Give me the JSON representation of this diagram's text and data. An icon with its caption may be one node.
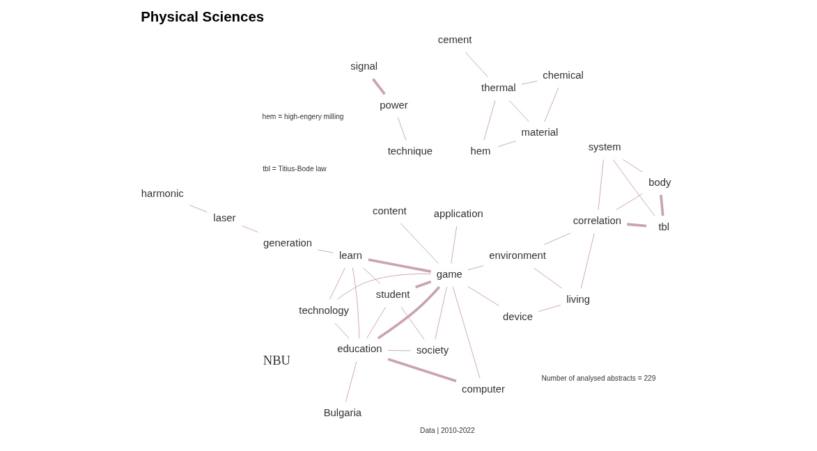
{
  "diagram": {
    "title": "Physical Sciences",
    "nodes": [
      {
        "text": [
          "hem"
        ]
      },
      {
        "text": [
          "material"
        ]
      },
      {
        "text": [
          "thermal"
        ]
      },
      {
        "text": [
          "cement"
        ]
      },
      {
        "text": [
          "chemical"
        ]
      },
      {
        "text": [
          "signal"
        ]
      },
      {
        "text": [
          "power"
        ]
      },
      {
        "text": [
          "technique"
        ]
      },
      {
        "text": [
          "harmonic"
        ]
      },
      {
        "text": [
          "laser"
        ]
      },
      {
        "text": [
          "Bulgaria"
        ]
      },
      {
        "text": [
          "generation"
        ]
      },
      {
        "text": [
          "education"
        ]
      },
      {
        "text": [
          "society"
        ]
      },
      {
        "text": [
          "technology"
        ]
      },
      {
        "text": [
          "learn"
        ]
      },
      {
        "text": [
          "computer"
        ]
      },
      {
        "text": [
          "student"
        ]
      },
      {
        "text": [
          "game"
        ]
      },
      {
        "text": [
          "environment"
        ]
      },
      {
        "text": [
          "correlation"
        ]
      },
      {
        "text": [
          "body"
        ]
      },
      {
        "text": [
          "system"
        ]
      },
      {
        "text": [
          "tbl"
        ]
      },
      {
        "text": [
          "living"
        ]
      },
      {
        "text": [
          "device"
        ]
      },
      {
        "text": [
          "content"
        ]
      },
      {
        "text": [
          "application"
        ]
      }
    ],
    "edges": [
      {
        "from": 0,
        "to": 2,
        "arrow": "none"
      },
      {
        "from": 0,
        "to": 1,
        "arrow": "none"
      },
      {
        "from": 1,
        "to": 4,
        "arrow": "none"
      },
      {
        "from": 2,
        "to": 1,
        "arrow": "none"
      },
      {
        "from": 2,
        "to": 4,
        "arrow": "none"
      },
      {
        "from": 2,
        "to": 3,
        "arrow": "none"
      },
      {
        "from": 5,
        "to": 6,
        "arrow": "none",
        "style": "thick"
      },
      {
        "from": 6,
        "to": 7,
        "arrow": "none"
      },
      {
        "from": 8,
        "to": 9,
        "arrow": "none"
      },
      {
        "from": 9,
        "to": 11,
        "arrow": "none"
      },
      {
        "from": 11,
        "to": 15,
        "arrow": "none"
      },
      {
        "from": 10,
        "to": 12,
        "arrow": "none"
      },
      {
        "from": 12,
        "to": 18,
        "arrow": "none",
        "style": "thick"
      },
      {
        "from": 12,
        "to": 16,
        "arrow": "none",
        "style": "thick"
      },
      {
        "from": 12,
        "to": 15,
        "arrow": "none"
      },
      {
        "from": 12,
        "to": 17,
        "arrow": "none"
      },
      {
        "from": 12,
        "to": 13,
        "arrow": "none"
      },
      {
        "from": 12,
        "to": 14,
        "arrow": "none"
      },
      {
        "from": 15,
        "to": 18,
        "arrow": "none",
        "style": "thick"
      },
      {
        "from": 15,
        "to": 17,
        "arrow": "none"
      },
      {
        "from": 15,
        "to": 14,
        "arrow": "none"
      },
      {
        "from": 16,
        "to": 18,
        "arrow": "none"
      },
      {
        "from": 17,
        "to": 18,
        "arrow": "none",
        "style": "thick"
      },
      {
        "from": 17,
        "to": 13,
        "arrow": "none"
      },
      {
        "from": 18,
        "to": 13,
        "arrow": "none"
      },
      {
        "from": 18,
        "to": 14,
        "arrow": "none"
      },
      {
        "from": 18,
        "to": 19,
        "arrow": "none"
      },
      {
        "from": 18,
        "to": 25,
        "arrow": "none"
      },
      {
        "from": 18,
        "to": 26,
        "arrow": "none"
      },
      {
        "from": 18,
        "to": 27,
        "arrow": "none"
      },
      {
        "from": 19,
        "to": 24,
        "arrow": "none"
      },
      {
        "from": 19,
        "to": 20,
        "arrow": "none"
      },
      {
        "from": 24,
        "to": 20,
        "arrow": "none"
      },
      {
        "from": 25,
        "to": 24,
        "arrow": "none"
      },
      {
        "from": 20,
        "to": 21,
        "arrow": "none"
      },
      {
        "from": 20,
        "to": 22,
        "arrow": "none"
      },
      {
        "from": 20,
        "to": 23,
        "arrow": "none",
        "style": "thick"
      },
      {
        "from": 21,
        "to": 22,
        "arrow": "none"
      },
      {
        "from": 21,
        "to": 23,
        "arrow": "none",
        "style": "thick"
      },
      {
        "from": 22,
        "to": 23,
        "arrow": "none"
      }
    ],
    "labels": [
      "NBU",
      "tbl = Titius-Bode law",
      "hem = high-engery milling",
      "Data | 2010-2022",
      "Number of analysed abstracts = 229"
    ]
  }
}
